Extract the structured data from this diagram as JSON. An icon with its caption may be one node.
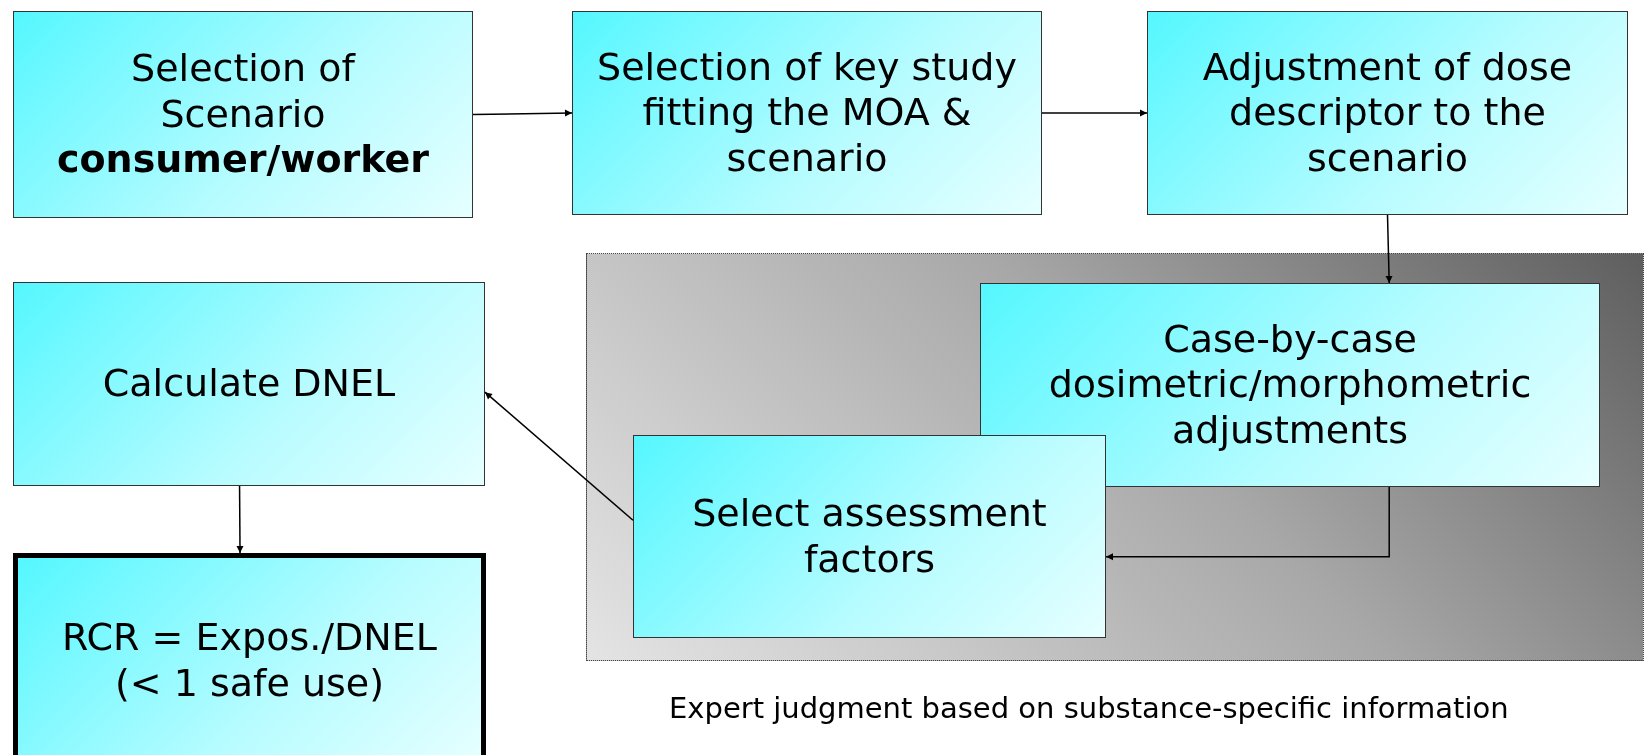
{
  "diagram": {
    "nodes": [
      {
        "text": [
          "Selection of Scenario **consumer/worker**"
        ]
      },
      {
        "text": [
          "Selection of key study fitting the MOA & scenario"
        ]
      },
      {
        "text": [
          "Adjustment of dose descriptor to the scenario"
        ]
      },
      {
        "text": [
          "Calculate DNEL"
        ]
      },
      {
        "text": [],
        "shape": "box",
        "beside": [
          "Expert judgment based on substance-specific information"
        ]
      },
      {
        "text": [
          "Case-by-case dosimetric/morphometric adjustments"
        ],
        "in": 4
      },
      {
        "text": [
          "Select assessment factors"
        ],
        "in": 4
      },
      {
        "text": [
          "RCR = Expos./DNEL (< 1 safe use)"
        ]
      }
    ],
    "edges": [
      {
        "from": 0,
        "to": 1,
        "arrow": "to"
      },
      {
        "from": 1,
        "to": 2,
        "arrow": "to"
      },
      {
        "from": 2,
        "to": 5,
        "arrow": "to"
      },
      {
        "from": 5,
        "to": 6,
        "arrow": "to"
      },
      {
        "from": 6,
        "to": 3,
        "arrow": "to"
      },
      {
        "from": 3,
        "to": 7,
        "arrow": "to"
      }
    ]
  }
}
